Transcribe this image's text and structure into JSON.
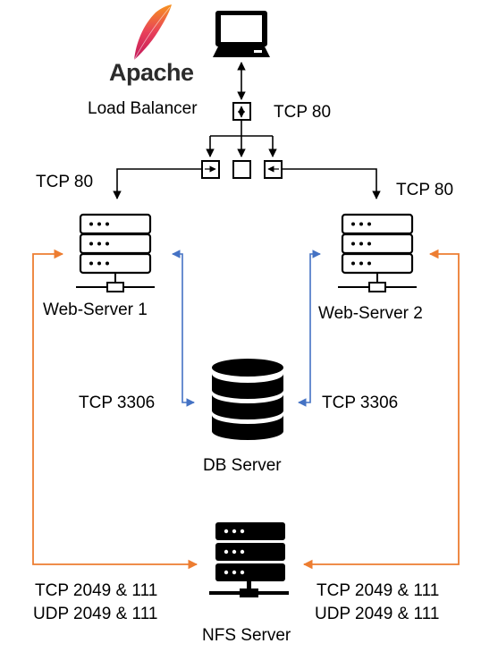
{
  "brand": {
    "name": "Apache"
  },
  "labels": {
    "load_balancer": "Load Balancer",
    "lb_port": "TCP 80",
    "web1_port": "TCP 80",
    "web2_port": "TCP 80",
    "web_server_1": "Web-Server 1",
    "web_server_2": "Web-Server 2",
    "db_port_left": "TCP 3306",
    "db_port_right": "TCP 3306",
    "db_server": "DB Server",
    "nfs_left_line1": "TCP 2049 & 111",
    "nfs_left_line2": "UDP 2049 & 111",
    "nfs_right_line1": "TCP 2049 & 111",
    "nfs_right_line2": "UDP 2049 & 111",
    "nfs_server": "NFS Server"
  },
  "colors": {
    "web_connection": "#000000",
    "db_connection": "#4472c4",
    "nfs_connection": "#ed7d31",
    "apache_feather_top": "#f7931e",
    "apache_feather_bottom": "#c2185b"
  },
  "icons": [
    "client-computer-icon",
    "load-balancer-icon",
    "web-server-icon",
    "database-icon",
    "nfs-server-icon",
    "apache-feather-icon"
  ]
}
